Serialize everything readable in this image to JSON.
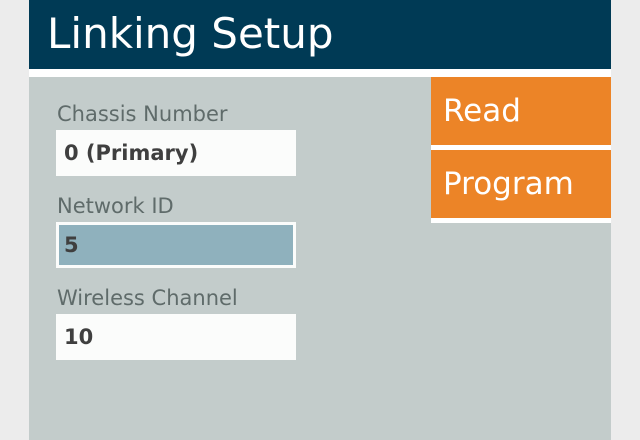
{
  "header": {
    "title": "Linking Setup"
  },
  "fields": [
    {
      "label": "Chassis Number",
      "value": "0 (Primary)"
    },
    {
      "label": "Network ID",
      "value": "5",
      "selected": true
    },
    {
      "label": "Wireless Channel",
      "value": "10"
    }
  ],
  "actions": {
    "read_label": "Read",
    "program_label": "Program"
  },
  "colors": {
    "title_bar": "#003a55",
    "screen_bg": "#c3cccb",
    "button": "#ec8427",
    "selected_field": "#8fb1bd",
    "field_bg": "#fbfcfb"
  }
}
